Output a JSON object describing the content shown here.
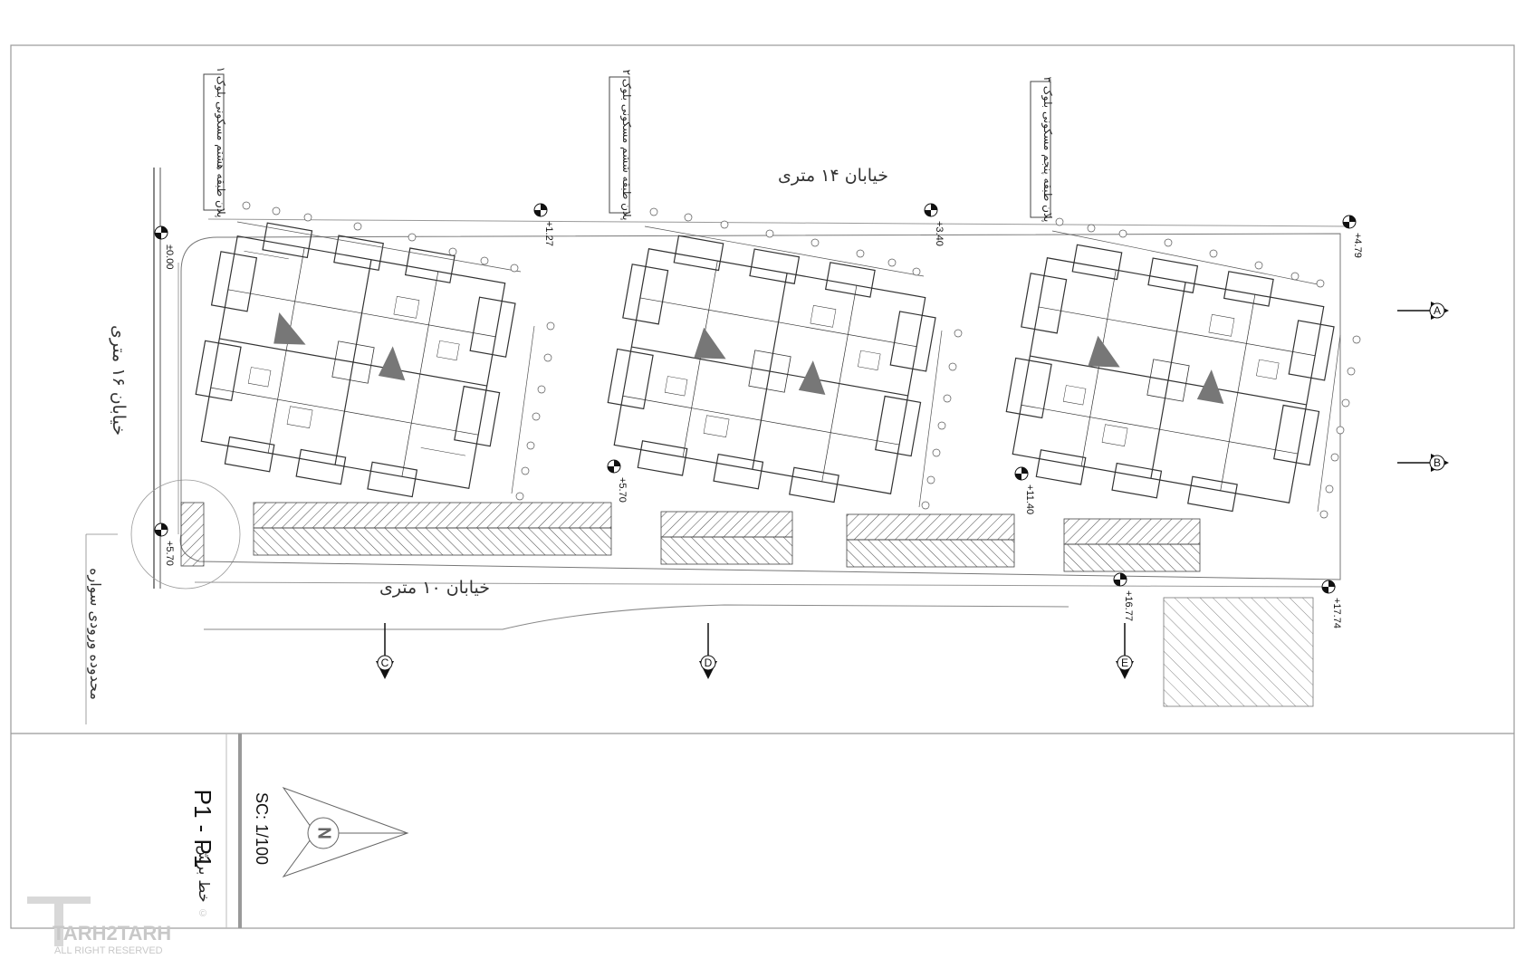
{
  "streets": {
    "north": "خیابان ۱۴ متری",
    "west": "خیابان ۱۶ متری",
    "south": "خیابان ۱۰ متری",
    "entry": "محدوده ورودی سواره"
  },
  "blocks": [
    {
      "caption": "پلان طبقه هشتم مسکونی بلوک ۱"
    },
    {
      "caption": "پلان طبقه ششم مسکونی بلوک ۲"
    },
    {
      "caption": "پلان طبقه پنجم مسکونی بلوک ۳"
    }
  ],
  "levels": [
    "±0.00",
    "+1.27",
    "+3.40",
    "+4.79",
    "+5.70",
    "+5.70",
    "+11.40",
    "+16.77",
    "+17.74"
  ],
  "section_markers": [
    "A",
    "B",
    "C",
    "D",
    "E"
  ],
  "title_block": {
    "section_title": "P1 - P1",
    "section_title_fa": "خط برش",
    "scale": "SC: 1/100",
    "north_letter": "N"
  },
  "watermark": {
    "brand": "TARH2TARH",
    "rights": "ALL RIGHT RESERVED",
    "mark": "©"
  }
}
